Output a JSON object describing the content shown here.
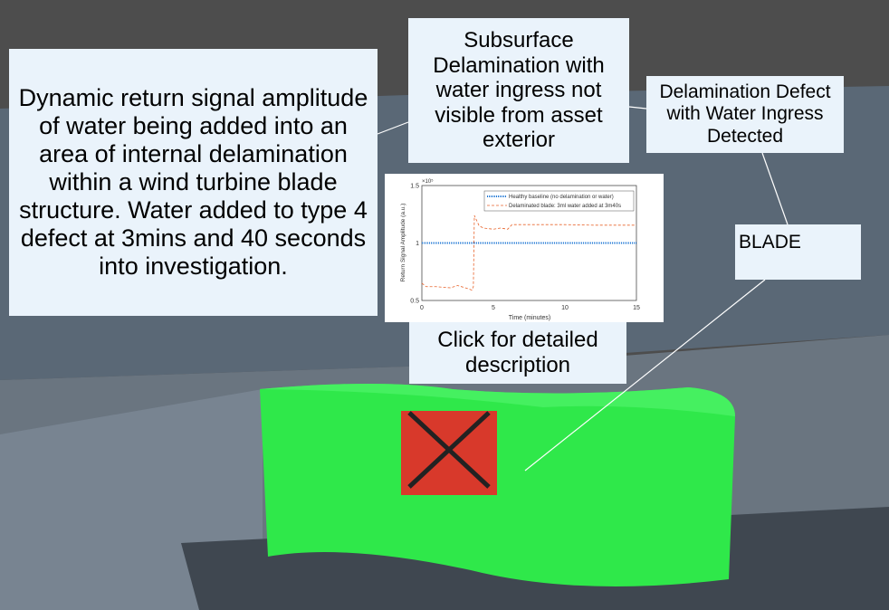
{
  "labels": {
    "main": "Dynamic return signal amplitude of water being added into an area of internal delamination within a wind turbine blade structure. Water added to type 4 defect at 3mins and 40 seconds into investigation.",
    "subsurface": "Subsurface Delamination with water ingress not visible from asset exterior",
    "detected": "Delamination Defect with Water Ingress Detected",
    "blade": "BLADE",
    "click": "Click for detailed description"
  },
  "colors": {
    "blade": "#2fe84a",
    "defect": "#d8392b",
    "label_bg": "#eaf3fb"
  },
  "chart_data": {
    "type": "line",
    "xlabel": "Time (minutes)",
    "ylabel": "Return Signal Amplitude (a.u.)",
    "exponent": "×10⁵",
    "xlim": [
      0,
      15
    ],
    "ylim": [
      0.5,
      1.5
    ],
    "xticks": [
      "0",
      "5",
      "10",
      "15"
    ],
    "yticks": [
      "0.5",
      "1",
      "1.5"
    ],
    "legend_position": "top-right",
    "series": [
      {
        "name": "Healthy baseline (no delamination or water)",
        "color": "#1f77d4",
        "style": "dotted",
        "x": [
          0,
          15
        ],
        "y": [
          1.0,
          1.0
        ]
      },
      {
        "name": "Delaminated blade: 3ml water added at 3m40s",
        "color": "#e8632b",
        "style": "dashed",
        "x": [
          0,
          0.3,
          1,
          2,
          2.5,
          3.3,
          3.5,
          3.6,
          3.67,
          4,
          4.3,
          5,
          5.5,
          6,
          6.3,
          8,
          10,
          12,
          15
        ],
        "y": [
          0.65,
          0.62,
          0.62,
          0.61,
          0.63,
          0.6,
          0.59,
          0.62,
          1.24,
          1.15,
          1.13,
          1.12,
          1.13,
          1.12,
          1.16,
          1.16,
          1.16,
          1.155,
          1.155
        ]
      }
    ]
  }
}
